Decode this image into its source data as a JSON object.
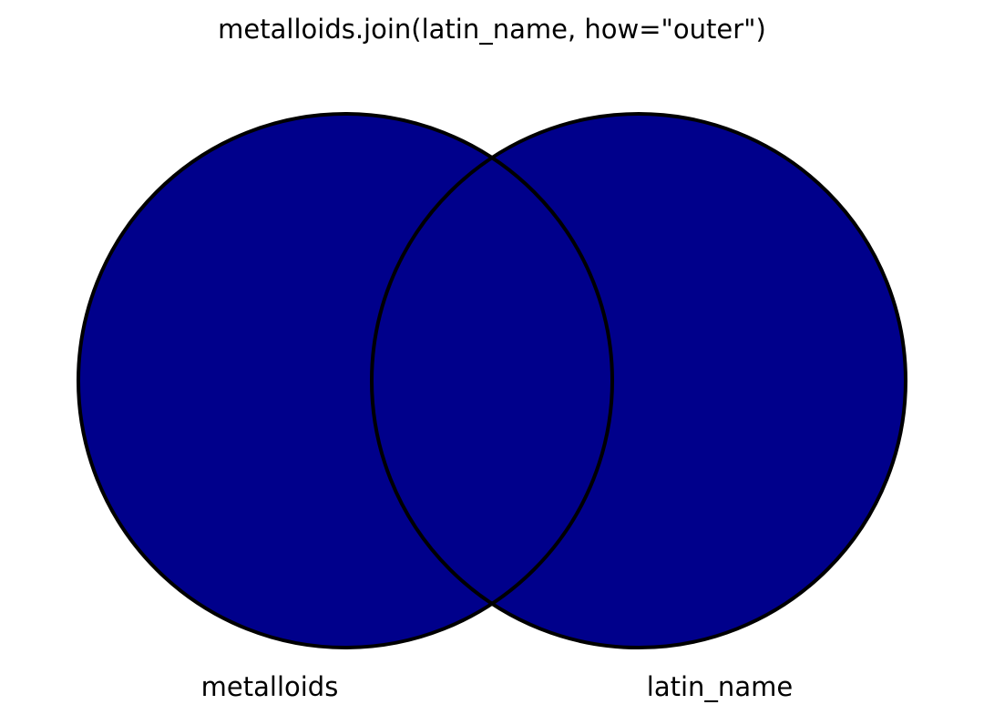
{
  "diagram": {
    "title": "metalloids.join(latin_name, how=\"outer\")",
    "type": "venn",
    "join": "outer",
    "fill_color": "#00008B",
    "stroke_color": "#000000",
    "sets": [
      {
        "name": "metalloids",
        "label": "metalloids",
        "highlighted": true
      },
      {
        "name": "latin_name",
        "label": "latin_name",
        "highlighted": true
      }
    ],
    "intersection_highlighted": true
  }
}
